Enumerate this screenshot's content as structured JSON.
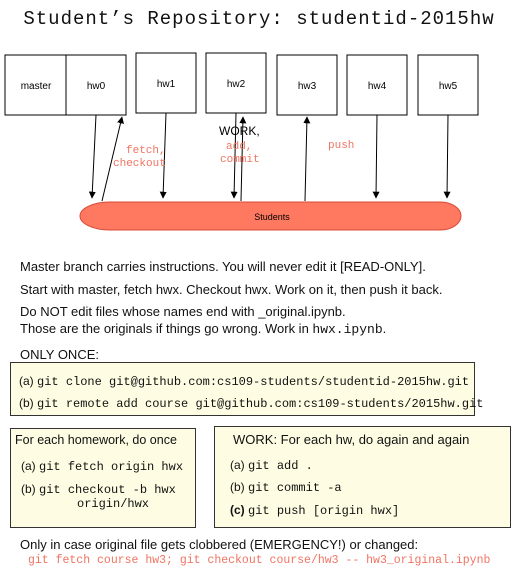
{
  "title": "Student’s Repository: studentid-2015hw",
  "branches": [
    "master",
    "hw0",
    "hw1",
    "hw2",
    "hw3",
    "hw4",
    "hw5"
  ],
  "arrow_labels": {
    "fetch_checkout": [
      "fetch,",
      "checkout"
    ],
    "work": "WORK,",
    "add_commit": [
      "add,",
      "commit"
    ],
    "push": "push"
  },
  "students_label": "Students",
  "colors": {
    "accent_red": "#f07462",
    "students_fill": "#ff7860",
    "box_fill": "#fefde3"
  },
  "notes": {
    "line1": "Master branch carries instructions. You will never edit it [READ-ONLY].",
    "line2": "Start with master, fetch hwx. Checkout hwx. Work on it, then push it back.",
    "line3": "Do NOT edit files whose names end with _original.ipynb.",
    "line4_prefix": "Those are the originals if things go wrong. Work in ",
    "line4_code": "hwx.ipynb",
    "line4_suffix": "."
  },
  "only_once": {
    "heading": "ONLY ONCE:",
    "a_label": "(a)",
    "a_cmd": "git clone git@github.com:cs109-students/studentid-2015hw.git",
    "b_label": "(b)",
    "b_cmd": "git remote add course git@github.com:cs109-students/2015hw.git"
  },
  "each_hw_once": {
    "heading": "For each homework, do once",
    "a_label": "(a)",
    "a_cmd": "git fetch origin hwx",
    "b_label": "(b)",
    "b_cmd_1": "git checkout -b hwx",
    "b_cmd_2": "origin/hwx"
  },
  "work_loop": {
    "heading": "WORK: For each hw, do again and again",
    "a_label": "(a)",
    "a_cmd": "git add .",
    "b_label": "(b)",
    "b_cmd": "git commit -a",
    "c_label": "(c)",
    "c_cmd": "git push [origin hwx]"
  },
  "emergency": {
    "heading": "Only in case original file gets clobbered (EMERGENCY!) or changed:",
    "cmd": "git fetch course hw3; git checkout course/hw3 -- hw3_original.ipynb"
  }
}
